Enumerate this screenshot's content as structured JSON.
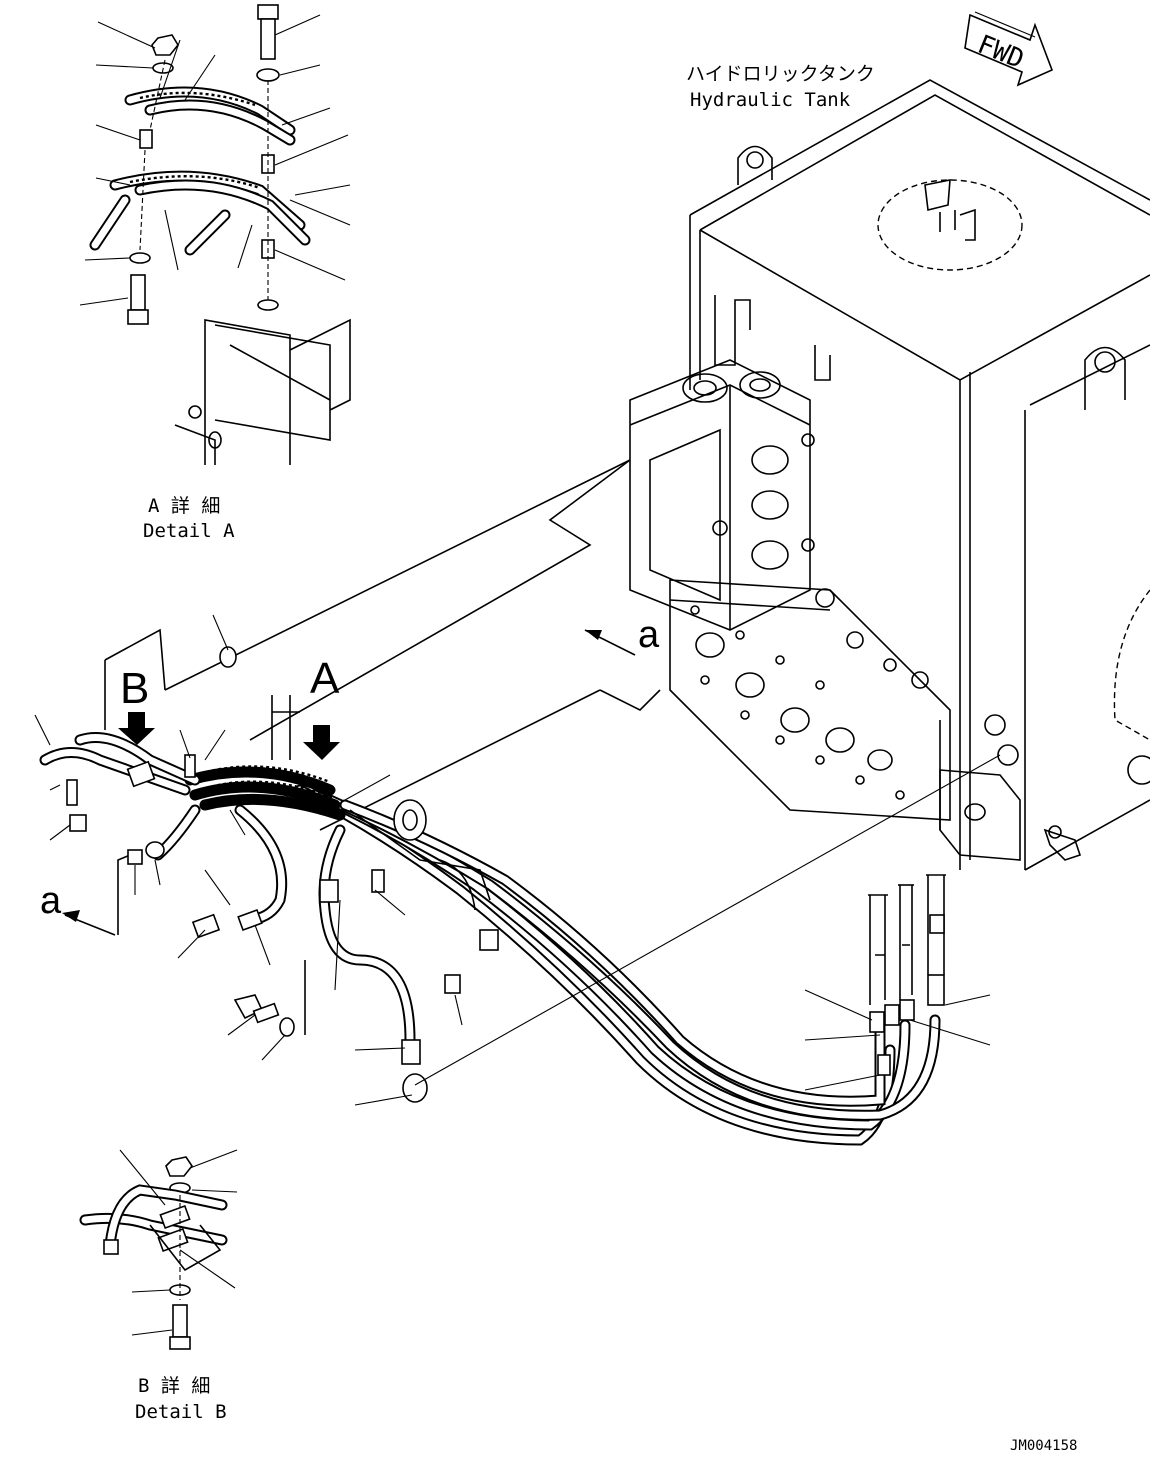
{
  "labels": {
    "tank_jp": "ハイドロリックタンク",
    "tank_en": "Hydraulic Tank",
    "fwd": "FWD",
    "detail_a_jp": "A 詳 細",
    "detail_a_en": "Detail A",
    "detail_b_jp": "B 詳 細",
    "detail_b_en": "Detail B",
    "view_a_upper": "A",
    "view_b_upper": "B",
    "view_a_lower_1": "a",
    "view_a_lower_2": "a",
    "drawing_number": "JM004158"
  }
}
